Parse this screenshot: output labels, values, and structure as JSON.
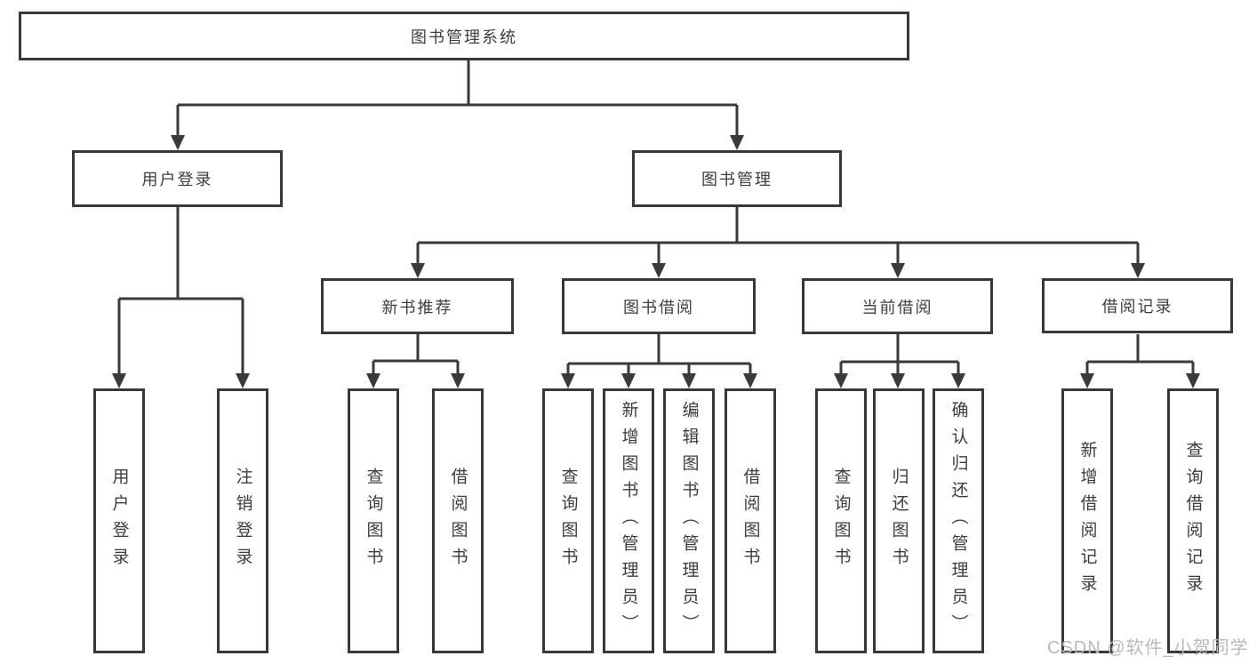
{
  "root": {
    "label": "图书管理系统"
  },
  "user_login_branch": {
    "label": "用户登录",
    "children": {
      "login": {
        "label": "用户登录"
      },
      "logout": {
        "label": "注销登录"
      }
    }
  },
  "book_management_branch": {
    "label": "图书管理",
    "children": {
      "new_book": {
        "label": "新书推荐",
        "children": {
          "query_books": {
            "label": "查询图书"
          },
          "borrow_books": {
            "label": "借阅图书"
          }
        }
      },
      "book_borrowing": {
        "label": "图书借阅",
        "children": {
          "query_books": {
            "label": "查询图书"
          },
          "add_books_admin": {
            "label": "新增图书（管理员）"
          },
          "edit_books_admin": {
            "label": "编辑图书（管理员）"
          },
          "borrow_books": {
            "label": "借阅图书"
          }
        }
      },
      "current_borrowing": {
        "label": "当前借阅",
        "children": {
          "query_books": {
            "label": "查询图书"
          },
          "return_books": {
            "label": "归还图书"
          },
          "confirm_return_admin": {
            "label": "确认归还（管理员）"
          }
        }
      },
      "borrowing_records": {
        "label": "借阅记录",
        "children": {
          "add_record": {
            "label": "新增借阅记录"
          },
          "query_record": {
            "label": "查询借阅记录"
          }
        }
      }
    }
  },
  "watermark": {
    "label": "CSDN @软件_小贺同学"
  },
  "colors": {
    "line": "#3a3a3a",
    "box_border": "#383838",
    "text": "#3d3d3d",
    "watermark": "#b9b9b9",
    "background": "#ffffff"
  }
}
